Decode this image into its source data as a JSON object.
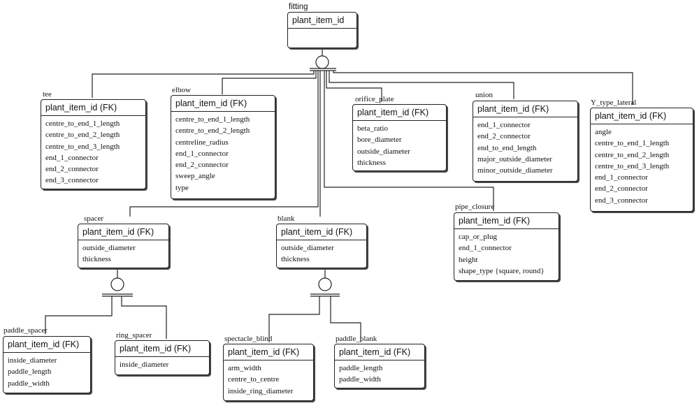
{
  "entities": {
    "fitting": {
      "name": "fitting",
      "pk": "plant_item_id",
      "attributes": []
    },
    "tee": {
      "name": "tee",
      "pk": "plant_item_id (FK)",
      "attributes": [
        "centre_to_end_1_length",
        "centre_to_end_2_length",
        "centre_to_end_3_length",
        "end_1_connector",
        "end_2_connector",
        "end_3_connector"
      ]
    },
    "elbow": {
      "name": "elbow",
      "pk": "plant_item_id (FK)",
      "attributes": [
        "centre_to_end_1_length",
        "centre_to_end_2_length",
        "centreline_radius",
        "end_1_connector",
        "end_2_connector",
        "sweep_angle",
        "type"
      ]
    },
    "orifice_plate": {
      "name": "orifice_plate",
      "pk": "plant_item_id (FK)",
      "attributes": [
        "beta_ratio",
        "bore_diameter",
        "outside_diameter",
        "thickness"
      ]
    },
    "union": {
      "name": "union",
      "pk": "plant_item_id (FK)",
      "attributes": [
        "end_1_connector",
        "end_2_connector",
        "end_to_end_length",
        "major_outside_diameter",
        "minor_outside_diameter"
      ]
    },
    "y_type_lateral": {
      "name": "Y_type_lateral",
      "pk": "plant_item_id (FK)",
      "attributes": [
        "angle",
        "centre_to_end_1_length",
        "centre_to_end_2_length",
        "centre_to_end_3_length",
        "end_1_connector",
        "end_2_connector",
        "end_3_connector"
      ]
    },
    "spacer": {
      "name": "spacer",
      "pk": "plant_item_id (FK)",
      "attributes": [
        "outside_diameter",
        "thickness"
      ]
    },
    "blank": {
      "name": "blank",
      "pk": "plant_item_id (FK)",
      "attributes": [
        "outside_diameter",
        "thickness"
      ]
    },
    "pipe_closure": {
      "name": "pipe_closure",
      "pk": "plant_item_id (FK)",
      "attributes": [
        "cap_or_plug",
        "end_1_connector",
        "height",
        "shape_type {square, round}"
      ]
    },
    "paddle_spacer": {
      "name": "paddle_spacer",
      "pk": "plant_item_id (FK)",
      "attributes": [
        "inside_diameter",
        "paddle_length",
        "paddle_width"
      ]
    },
    "ring_spacer": {
      "name": "ring_spacer",
      "pk": "plant_item_id (FK)",
      "attributes": [
        "inside_diameter"
      ]
    },
    "spectacle_blind": {
      "name": "spectacle_blind",
      "pk": "plant_item_id (FK)",
      "attributes": [
        "arm_width",
        "centre_to_centre",
        "inside_ring_diameter"
      ]
    },
    "paddle_blank": {
      "name": "paddle_blank",
      "pk": "plant_item_id (FK)",
      "attributes": [
        "paddle_length",
        "paddle_width"
      ]
    }
  },
  "colors": {
    "ink": "#222222",
    "background": "#ffffff"
  }
}
